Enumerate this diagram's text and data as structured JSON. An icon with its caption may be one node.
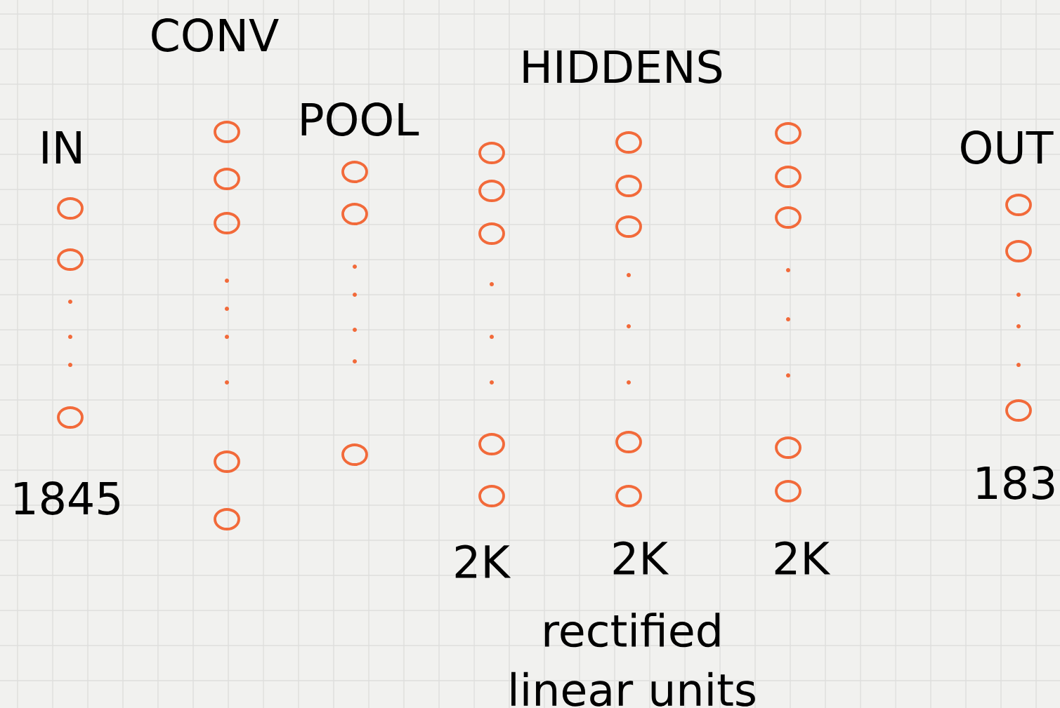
{
  "diagram": {
    "labels": [
      "CONV",
      "HIDDENS",
      "POOL",
      "IN",
      "OUT",
      "1845",
      "183",
      "2K",
      "2K",
      "2K",
      "rectified linear units"
    ]
  }
}
